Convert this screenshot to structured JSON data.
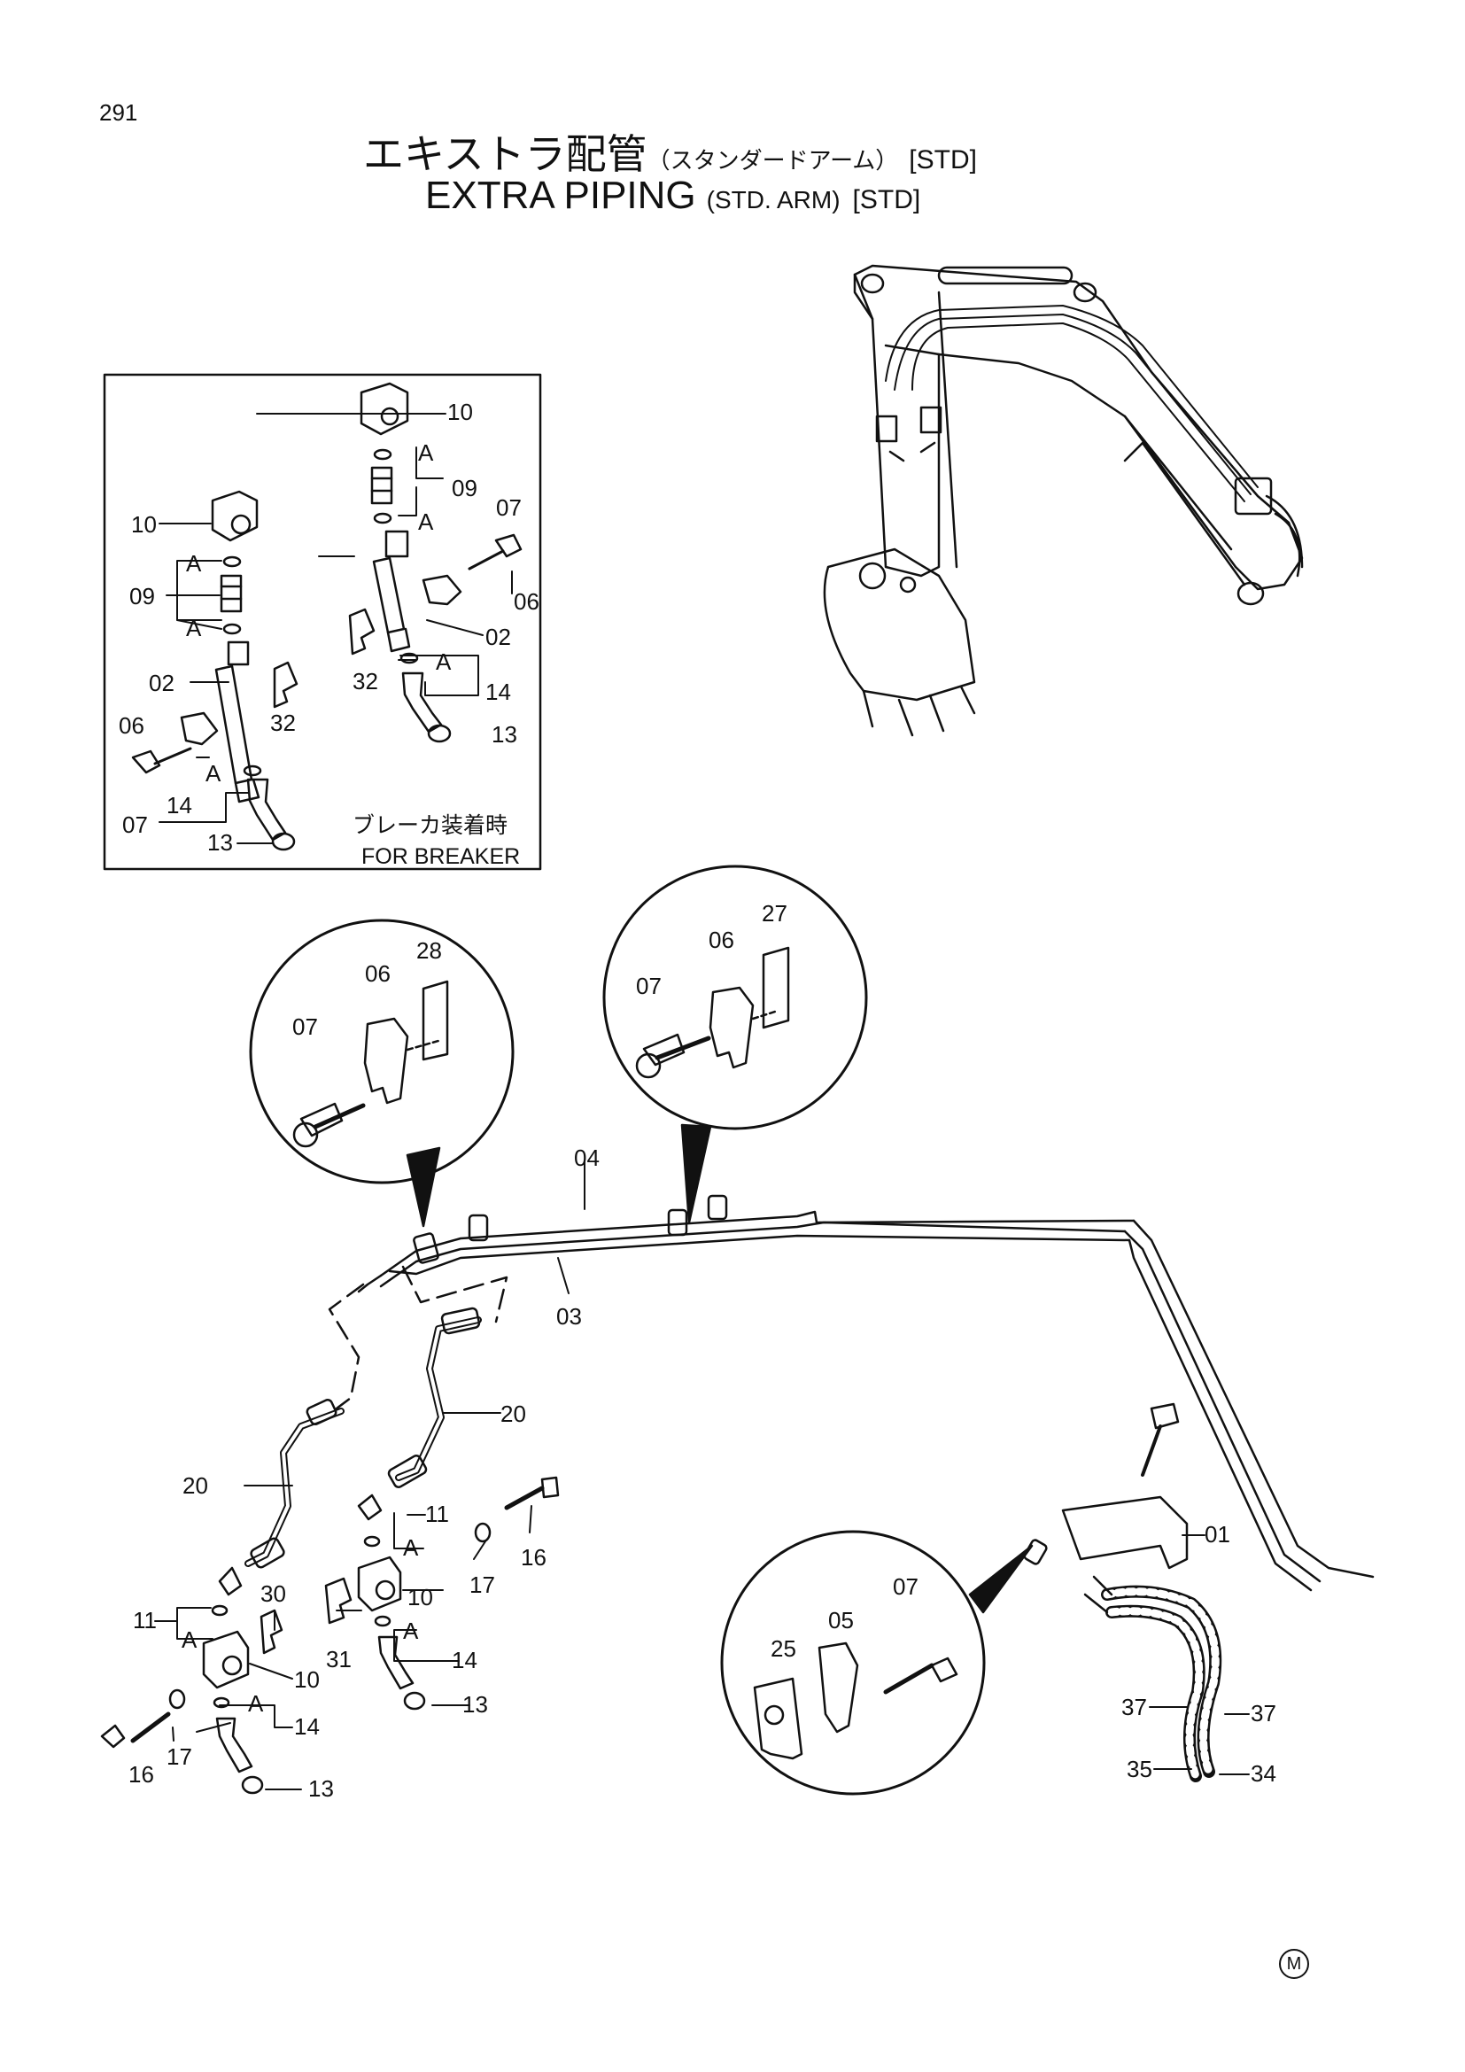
{
  "page_number": "291",
  "title": {
    "jp_main": "エキストラ配管",
    "jp_sub": "（スタンダードアーム）",
    "jp_tag": "[STD]",
    "en_main": "EXTRA PIPING",
    "en_sub": "(STD. ARM)",
    "en_tag": "[STD]"
  },
  "inset": {
    "caption_jp": "ブレーカ装着時",
    "caption_en": "FOR BREAKER"
  },
  "seal_letter": "M",
  "callouts": {
    "ins_10a": "10",
    "ins_A1": "A",
    "ins_09a": "09",
    "ins_A2": "A",
    "ins_07a": "07",
    "ins_06a": "06",
    "ins_02a": "02",
    "ins_32a": "32",
    "ins_A3": "A",
    "ins_14a": "14",
    "ins_13a": "13",
    "ins_10b": "10",
    "ins_A4": "A",
    "ins_09b": "09",
    "ins_A5": "A",
    "ins_02b": "02",
    "ins_32b": "32",
    "ins_06b": "06",
    "ins_07b": "07",
    "ins_A6": "A",
    "ins_14b": "14",
    "ins_13b": "13",
    "c1_07": "07",
    "c1_06": "06",
    "c1_28": "28",
    "c2_07": "07",
    "c2_06": "06",
    "c2_27": "27",
    "c3_25": "25",
    "c3_05": "05",
    "c3_07": "07",
    "m_04": "04",
    "m_03": "03",
    "m_20a": "20",
    "m_20b": "20",
    "m_11a": "11",
    "m_Aa": "A",
    "m_16a": "16",
    "m_17a": "17",
    "m_10a": "10",
    "m_31": "31",
    "m_Ab": "A",
    "m_14a": "14",
    "m_13a": "13",
    "m_11b": "11",
    "m_Ac": "A",
    "m_30": "30",
    "m_10b": "10",
    "m_16b": "16",
    "m_17b": "17",
    "m_Ad": "A",
    "m_14b": "14",
    "m_13b": "13",
    "m_01": "01",
    "m_37a": "37",
    "m_37b": "37",
    "m_35": "35",
    "m_34": "34"
  }
}
